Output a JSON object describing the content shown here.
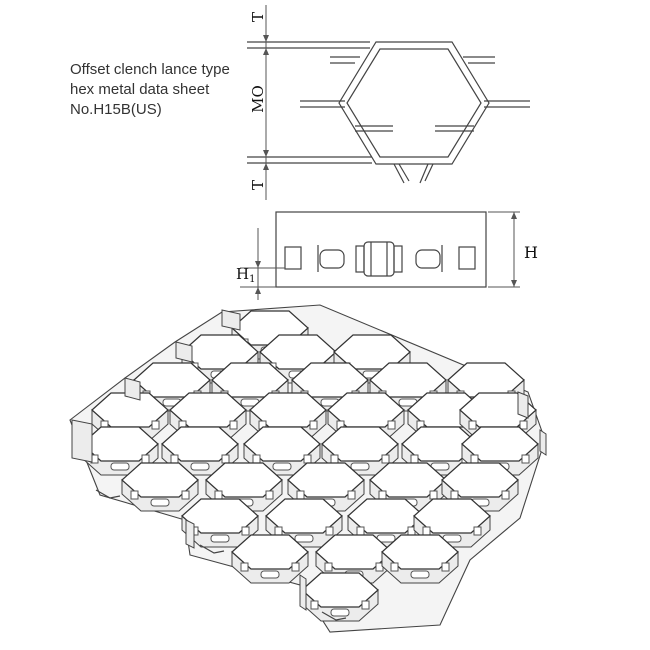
{
  "caption": {
    "line1": "Offset clench lance type",
    "line2": "hex metal data sheet",
    "line3": "No.H15B(US)"
  },
  "labels": {
    "t_top": "T",
    "mo": "MO",
    "t_bottom": "T",
    "h": "H",
    "h1_main": "H",
    "h1_sub": "1"
  },
  "colors": {
    "line": "#444444",
    "panel": "#f4f4f4",
    "background": "#ffffff"
  }
}
